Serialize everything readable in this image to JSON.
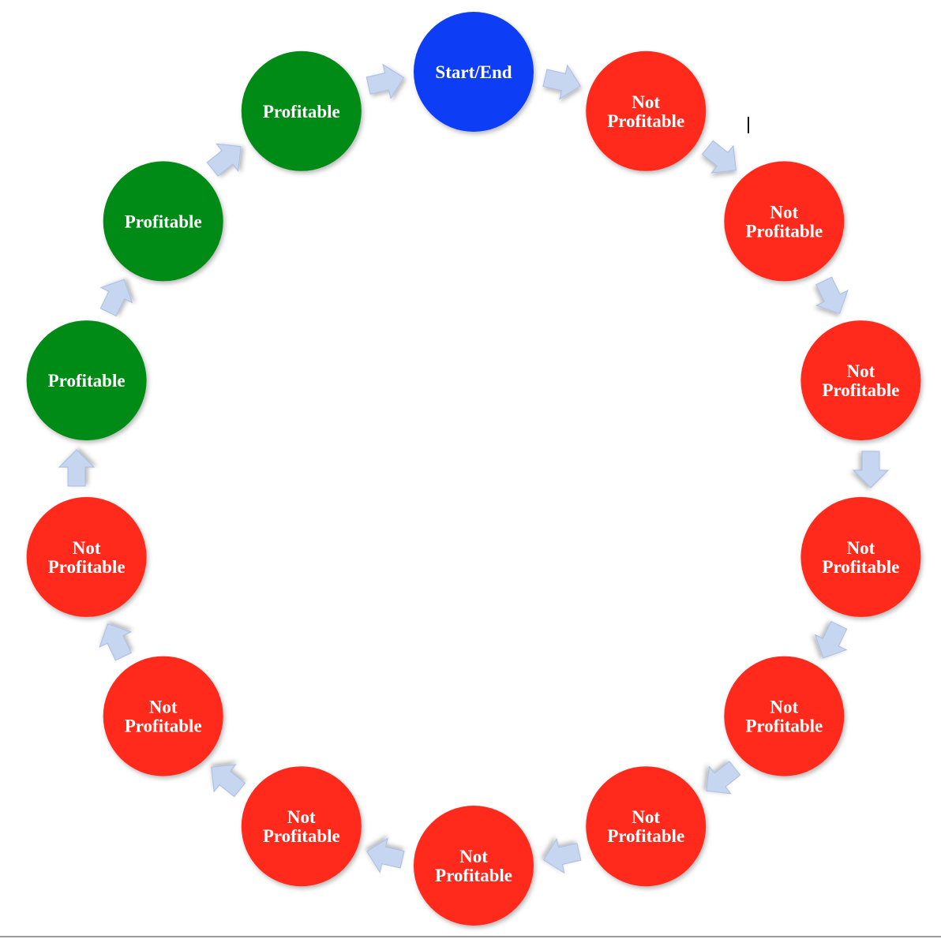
{
  "colors": {
    "start": "#0f3cf5",
    "profitable": "#008a17",
    "not_profitable": "#ff2b1c",
    "arrow_fill": "#c7d6f0",
    "arrow_stroke": "#a9bde0",
    "label": "#ffffff"
  },
  "cycle": {
    "direction": "clockwise",
    "nodes": [
      {
        "status": "start",
        "label": [
          "Start/End"
        ]
      },
      {
        "status": "not_profitable",
        "label": [
          "Not",
          "Profitable"
        ]
      },
      {
        "status": "not_profitable",
        "label": [
          "Not",
          "Profitable"
        ]
      },
      {
        "status": "not_profitable",
        "label": [
          "Not",
          "Profitable"
        ]
      },
      {
        "status": "not_profitable",
        "label": [
          "Not",
          "Profitable"
        ]
      },
      {
        "status": "not_profitable",
        "label": [
          "Not",
          "Profitable"
        ]
      },
      {
        "status": "not_profitable",
        "label": [
          "Not",
          "Profitable"
        ]
      },
      {
        "status": "not_profitable",
        "label": [
          "Not",
          "Profitable"
        ]
      },
      {
        "status": "not_profitable",
        "label": [
          "Not",
          "Profitable"
        ]
      },
      {
        "status": "not_profitable",
        "label": [
          "Not",
          "Profitable"
        ]
      },
      {
        "status": "not_profitable",
        "label": [
          "Not",
          "Profitable"
        ]
      },
      {
        "status": "profitable",
        "label": [
          "Profitable"
        ]
      },
      {
        "status": "profitable",
        "label": [
          "Profitable"
        ]
      },
      {
        "status": "profitable",
        "label": [
          "Profitable"
        ]
      }
    ]
  }
}
